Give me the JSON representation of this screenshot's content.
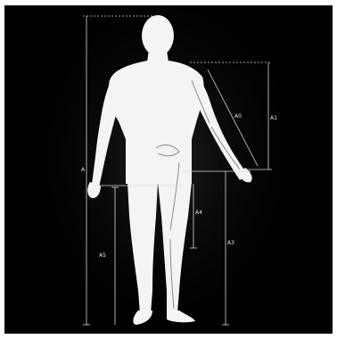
{
  "diagram": {
    "colors": {
      "background": "#000000",
      "figure": "#f4f4f4",
      "bone_lines": "#8a8a8a",
      "dimension_lines": "#d8d8d8"
    },
    "labels": {
      "height": "A",
      "arm_length": "A0",
      "shoulder_to_wrist_drop": "A1",
      "leg_length": "A3",
      "knee_height": "A4",
      "hip_height": "A5"
    }
  }
}
